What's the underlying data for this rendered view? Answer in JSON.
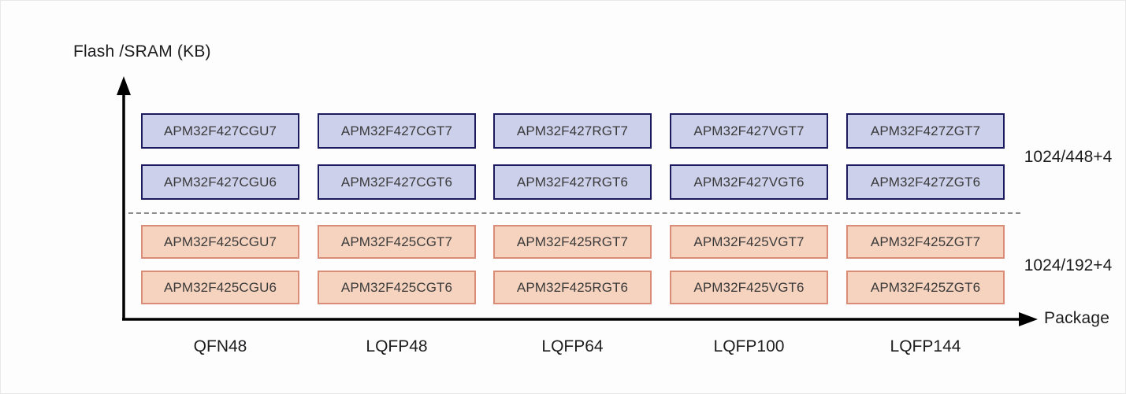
{
  "chart_data": {
    "type": "table",
    "title": "",
    "ylabel": "Flash /SRAM (KB)",
    "xlabel": "Package",
    "grid": false,
    "legend": "none",
    "categories": [
      "QFN48",
      "LQFP48",
      "LQFP64",
      "LQFP100",
      "LQFP144"
    ],
    "y_categories": [
      "1024/448+4",
      "1024/192+4"
    ],
    "groups": [
      {
        "name": "APM32F427",
        "memory": "1024/448+4",
        "fill_color": "#ccd0ea",
        "border_color": "#1b1b5e",
        "rows": [
          {
            "suffix": "7",
            "cells": [
              "APM32F427CGU7",
              "APM32F427CGT7",
              "APM32F427RGT7",
              "APM32F427VGT7",
              "APM32F427ZGT7"
            ]
          },
          {
            "suffix": "6",
            "cells": [
              "APM32F427CGU6",
              "APM32F427CGT6",
              "APM32F427RGT6",
              "APM32F427VGT6",
              "APM32F427ZGT6"
            ]
          }
        ]
      },
      {
        "name": "APM32F425",
        "memory": "1024/192+4",
        "fill_color": "#f6d3bf",
        "border_color": "#d98d79",
        "rows": [
          {
            "suffix": "7",
            "cells": [
              "APM32F425CGU7",
              "APM32F425CGT7",
              "APM32F425RGT7",
              "APM32F425VGT7",
              "APM32F425ZGT7"
            ]
          },
          {
            "suffix": "6",
            "cells": [
              "APM32F425CGU6",
              "APM32F425CGT6",
              "APM32F425RGT6",
              "APM32F425VGT6",
              "APM32F425ZGT6"
            ]
          }
        ]
      }
    ]
  },
  "axes": {
    "y_title": "Flash /SRAM (KB)",
    "x_title": "Package",
    "y_ticks": [
      "1024/448+4",
      "1024/192+4"
    ],
    "x_ticks": [
      "QFN48",
      "LQFP48",
      "LQFP64",
      "LQFP100",
      "LQFP144"
    ],
    "axis_color": "#000000",
    "divider_color": "#8c8c8c"
  }
}
